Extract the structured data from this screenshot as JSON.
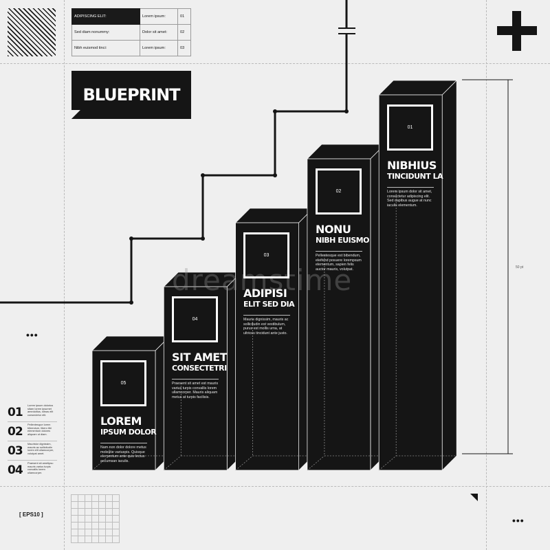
{
  "info_table": {
    "rows": [
      {
        "a": "ADIPISCING ELIT:",
        "b": "Lorem ipsum:",
        "c": "01"
      },
      {
        "a": "Sed diam nonummy:",
        "b": "Dolor sit amet:",
        "c": "02"
      },
      {
        "a": "Nibh euismod tinci:",
        "b": "Lorem ipsum:",
        "c": "03"
      }
    ]
  },
  "title": "BLUEPRINT",
  "dim_label": "50 pt",
  "columns": [
    {
      "num": "05",
      "line1": "LOREM",
      "line2": "IPSUM DOLOR",
      "desc": "Nam non dolor dolore metus molestie variuspis. Quisque elementum ante quis lectus accumsan iaculis.",
      "level": 1
    },
    {
      "num": "04",
      "line1": "SIT AMET",
      "line2": "CONSECTETRI",
      "desc": "Praesent sit amet est mauris varius turpis convallis lorem ullamcorper. Mauris aliquam metus at turpis facilisis.",
      "level": 2
    },
    {
      "num": "03",
      "line1": "ADIPISI",
      "line2": "ELIT SED DIA",
      "desc": "Mauris dignissim, mauris ac sollicitudin est vestibulum, purus est mollis urna, at ultrices tincidunt ante justo.",
      "level": 3
    },
    {
      "num": "02",
      "line1": "NONU",
      "line2": "NIBH EUISMO",
      "desc": "Pellentesque est bibendum, eleifend posuere lorempsum elementum, sapien felis auctor mauris, volutpat.",
      "level": 4
    },
    {
      "num": "01",
      "line1": "NIBHIUS",
      "line2": "TINCIDUNT LA",
      "desc": "Lorem ipsum dolor sit amet, consectetur adipiscing elit. Sed dapibus augue at nunc iaculis elementum.",
      "level": 5
    }
  ],
  "legend": [
    {
      "num": "01",
      "text": "Lorem ipsum dolorius sitam lorem ipsumet amedolitus, sitnas elit consectetur elit."
    },
    {
      "num": "02",
      "text": "Pellentesque lorem bibendum, libero tibi elementum dolores aliquam ut diam."
    },
    {
      "num": "03",
      "text": "Mauristor dignissim, mauris ac sollicitudin lorem elit ullamcorper, volutpat amet."
    },
    {
      "num": "04",
      "text": "Praesent sit ametipsu mauris varius turpis convallis lorem ullamcorper."
    }
  ],
  "eps_label": "EPS10",
  "watermark": "dreamstime",
  "colors": {
    "background": "#efefef",
    "ink": "#151515",
    "accent": "#ffffff"
  },
  "icons": [
    "hatch-pattern",
    "plus-icon",
    "corner-triangle-icon",
    "ellipsis-icon",
    "grid-pattern"
  ]
}
